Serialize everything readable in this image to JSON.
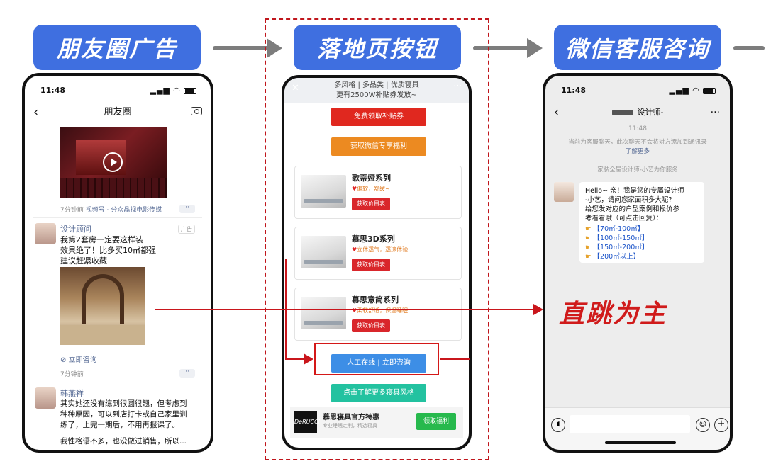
{
  "steps": {
    "step1": "朋友圈广告",
    "step2": "落地页按钮",
    "step3": "微信客服咨询"
  },
  "direct_label": "直跳为主",
  "phone1": {
    "time": "11:48",
    "title": "朋友圈",
    "post1_meta_time": "7分钟前",
    "post1_meta_link": "视频号 · 分众晶视电影传媒",
    "post2_name": "设计顾问",
    "post2_ad_tag": "广告",
    "post2_text": [
      "我第2套房一定要这样装",
      "效果绝了！比多买10㎡都强",
      "建议赶紧收藏"
    ],
    "post2_link": "立即咨询",
    "post2_meta_time": "7分钟前",
    "post3_name": "韩燕祥",
    "post3_text": [
      "其实她还没有练到很圆很翘，但考虑到",
      "种种原因，可以到店打卡或自己家里训",
      "练了，上完一期后，不用再报课了。"
    ],
    "post3_more": "我性格语不多，也没做过销售，所以..."
  },
  "phone2": {
    "header_line1": "多风格 | 多品类 | 优质寝具",
    "header_line2": "更有2500W补贴券发放~",
    "btn_coupon": "免费领取补贴券",
    "btn_wechat": "获取微信专享福利",
    "products": [
      {
        "title": "歌蒂娅系列",
        "feature": "偏软，舒缓~",
        "price_btn": "获取价目表"
      },
      {
        "title": "慕思3D系列",
        "feature": "立体透气，透凉体验",
        "price_btn": "获取价目表"
      },
      {
        "title": "慕思意简系列",
        "feature": "柔软舒适，保温睡眠",
        "price_btn": "获取价目表"
      }
    ],
    "btn_online": "人工在线 | 立即咨询",
    "btn_more_styles": "点击了解更多寝具风格",
    "footer_logo": "DeRUCCI",
    "footer_brand": "慕思寝具官方特惠",
    "footer_sub": "专业睡眠定制，精选寝具",
    "footer_claim": "领取福利"
  },
  "phone3": {
    "time": "11:48",
    "title": "设计师-",
    "chat_time": "11:48",
    "notice": "当前为客服聊天，此次聊天不会将对方添加到通讯录",
    "notice_more": "了解更多",
    "system_line": "家装全屋设计师-小艺为你服务",
    "bubble_lines": [
      "Hello~ 亲！我是您的专属设计师",
      "-小艺，请问您家面积多大呢?",
      "给您发对应的户型案例和报价参",
      "考看看哦（可点击回复）："
    ],
    "options": [
      "【70㎡-100㎡】",
      "【100㎡-150㎡】",
      "【150㎡-200㎡】",
      "【200㎡以上】"
    ]
  },
  "colors": {
    "step_blue": "#3f6fe0",
    "red_accent": "#d01b1b",
    "coupon_red": "#e0281f",
    "wechat_orange": "#ec8a21",
    "online_blue": "#3d8ee6",
    "styles_teal": "#23c2a0",
    "claim_green": "#27b94d"
  }
}
